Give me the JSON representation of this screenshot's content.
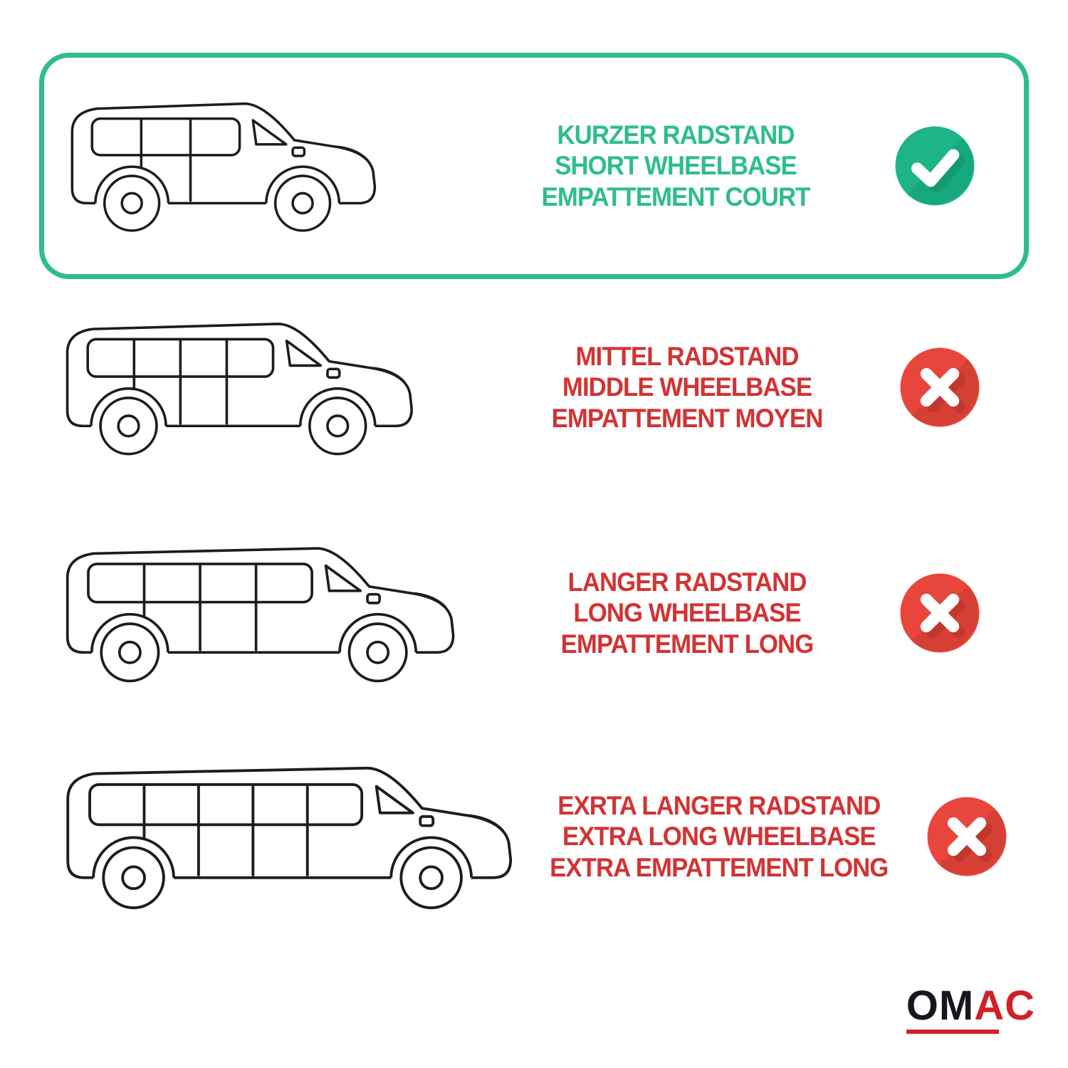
{
  "colors": {
    "green_text": "#2ebd8c",
    "green_border": "#2ebd8c",
    "green_circle": "#1db488",
    "green_shadow": "#129a70",
    "red_text": "#d23333",
    "red_circle": "#e8463c",
    "red_shadow": "#c2372b",
    "line_art": "#1c1c1c",
    "logo_dark": "#16161e",
    "logo_red": "#cf2127"
  },
  "rows": [
    {
      "status": "selected",
      "icon": "check-icon",
      "lines": [
        "KURZER RADSTAND",
        "SHORT WHEELBASE",
        "EMPATTEMENT COURT"
      ]
    },
    {
      "status": "rejected",
      "icon": "cross-icon",
      "lines": [
        "MITTEL RADSTAND",
        "MIDDLE WHEELBASE",
        "EMPATTEMENT MOYEN"
      ]
    },
    {
      "status": "rejected",
      "icon": "cross-icon",
      "lines": [
        "LANGER RADSTAND",
        "LONG WHEELBASE",
        "EMPATTEMENT LONG"
      ]
    },
    {
      "status": "rejected",
      "icon": "cross-icon",
      "lines": [
        "EXRTA LANGER RADSTAND",
        "EXTRA LONG WHEELBASE",
        "EXTRA EMPATTEMENT LONG"
      ]
    }
  ],
  "logo": {
    "black": "OM",
    "red": "AC"
  }
}
